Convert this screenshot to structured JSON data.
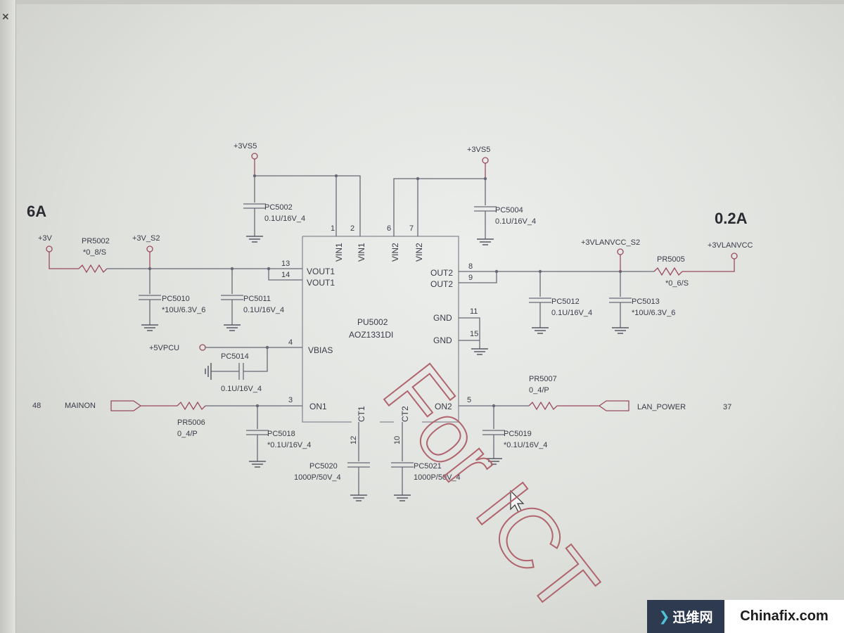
{
  "window": {
    "close_glyph": "×"
  },
  "currents": {
    "left": "6A",
    "right": "0.2A"
  },
  "rails": {
    "vs5_left": "+3VS5",
    "vs5_right": "+3VS5",
    "v3": "+3V",
    "v3_s2": "+3V_S2",
    "lanvcc_s2": "+3VLANVCC_S2",
    "lanvcc": "+3VLANVCC",
    "vpcu": "+5VPCU"
  },
  "chip": {
    "ref": "PU5002",
    "part": "AOZ1331DI",
    "pins": {
      "vin1_a": "VIN1",
      "vin1_b": "VIN1",
      "vin2_a": "VIN2",
      "vin2_b": "VIN2",
      "vout1_a": "VOUT1",
      "vout1_b": "VOUT1",
      "vbias": "VBIAS",
      "on1": "ON1",
      "out2_a": "OUT2",
      "out2_b": "OUT2",
      "gnd_a": "GND",
      "gnd_b": "GND",
      "on2": "ON2",
      "ct1": "CT1",
      "ct2": "CT2"
    },
    "pin_numbers": {
      "p1": "1",
      "p2": "2",
      "p6": "6",
      "p7": "7",
      "p13": "13",
      "p14": "14",
      "p4": "4",
      "p3": "3",
      "p8": "8",
      "p9": "9",
      "p11": "11",
      "p15": "15",
      "p5": "5",
      "p12": "12",
      "p10": "10"
    }
  },
  "components": {
    "pc5002": {
      "ref": "PC5002",
      "value": "0.1U/16V_4"
    },
    "pc5004": {
      "ref": "PC5004",
      "value": "0.1U/16V_4"
    },
    "pr5002": {
      "ref": "PR5002",
      "value": "*0_8/S"
    },
    "pc5010": {
      "ref": "PC5010",
      "value": "*10U/6.3V_6"
    },
    "pc5011": {
      "ref": "PC5011",
      "value": "0.1U/16V_4"
    },
    "pc5014": {
      "ref": "PC5014",
      "value": "0.1U/16V_4"
    },
    "pr5006": {
      "ref": "PR5006",
      "value": "0_4/P"
    },
    "pc5018": {
      "ref": "PC5018",
      "value": "*0.1U/16V_4"
    },
    "pc5020": {
      "ref": "PC5020",
      "value": "1000P/50V_4"
    },
    "pc5021": {
      "ref": "PC5021",
      "value": "1000P/50V_4"
    },
    "pc5012": {
      "ref": "PC5012",
      "value": "0.1U/16V_4"
    },
    "pc5013": {
      "ref": "PC5013",
      "value": "*10U/6.3V_6"
    },
    "pr5005": {
      "ref": "PR5005",
      "value": "*0_6/S"
    },
    "pr5007": {
      "ref": "PR5007",
      "value": "0_4/P"
    },
    "pc5019": {
      "ref": "PC5019",
      "value": "*0.1U/16V_4"
    }
  },
  "nets": {
    "mainon": {
      "name": "MAINON",
      "page": "48"
    },
    "lan_power": {
      "name": "LAN_POWER",
      "page": "37"
    }
  },
  "watermark": {
    "text": "For ICT"
  },
  "logo": {
    "mark": "❯",
    "cn": "迅维网",
    "en": "Chinafix.com"
  }
}
